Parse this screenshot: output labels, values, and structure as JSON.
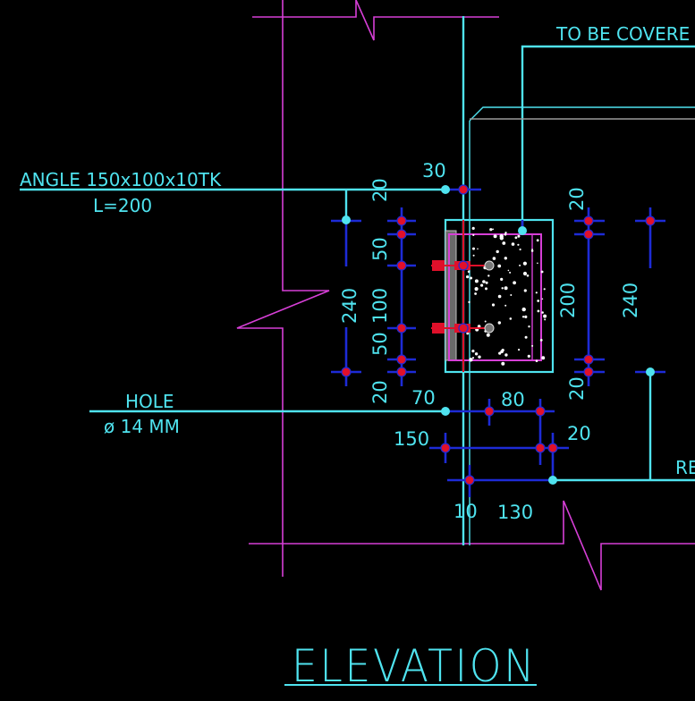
{
  "drawing": {
    "title": "ELEVATION",
    "labels": {
      "angle_line1": "ANGLE  150x100x10TK",
      "angle_line2": "L=200",
      "hole_line1": "HOLE",
      "hole_line2": "ø  14  MM",
      "covered": "TO  BE  COVERE",
      "re": "RE"
    },
    "dimensions": {
      "d30": "30",
      "d20_top": "20",
      "d50_top": "50",
      "d100": "100",
      "d50_bottom": "50",
      "d20_bottom": "20",
      "d240_left": "240",
      "d20_right_top": "20",
      "d200": "200",
      "d20_right_bottom": "20",
      "d240_right": "240",
      "d70": "70",
      "d80": "80",
      "d150": "150",
      "d20_lower": "20",
      "d10": "10",
      "d130": "130"
    },
    "colors": {
      "background": "#000000",
      "annotation": "#4fe3ef",
      "dimension_line": "#1d2bd6",
      "outline": "#d63fd6",
      "marker": "#e0102a",
      "steel": "#ffffff"
    }
  }
}
